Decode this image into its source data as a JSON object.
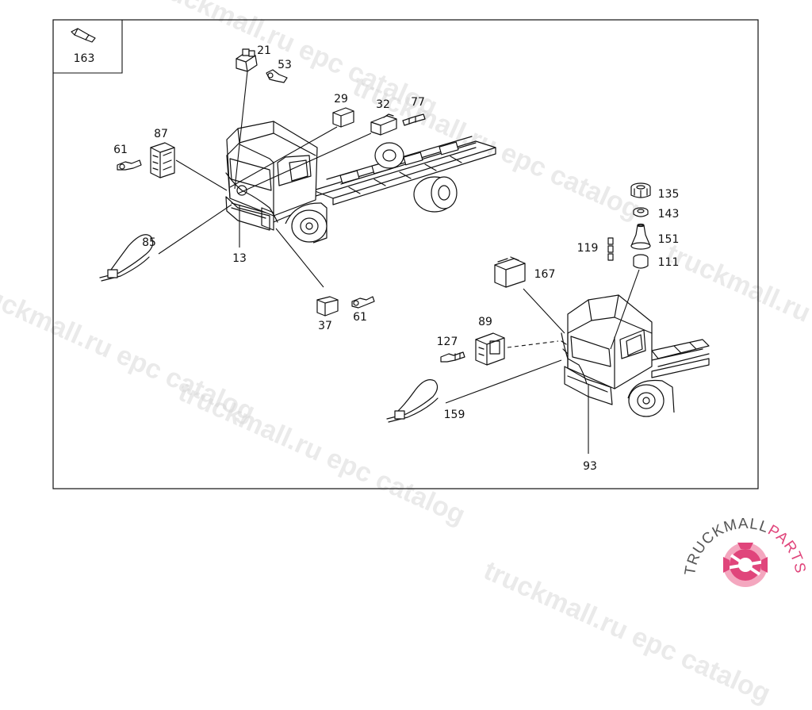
{
  "watermark": {
    "text": "truckmall.ru epc catalog"
  },
  "inset": {
    "label": "163"
  },
  "callouts": {
    "c21": "21",
    "c53": "53",
    "c29": "29",
    "c32": "32",
    "c77": "77",
    "c87": "87",
    "c61a": "61",
    "c85": "85",
    "c13": "13",
    "c37": "37",
    "c61b": "61",
    "c135": "135",
    "c143": "143",
    "c151": "151",
    "c111": "111",
    "c119": "119",
    "c167": "167",
    "c89": "89",
    "c127": "127",
    "c159": "159",
    "c93": "93"
  },
  "logo": {
    "word_main": "TRUCKMALL",
    "word_accent": "PARTS",
    "main_color": "#555555",
    "accent_color": "#e0457b"
  }
}
